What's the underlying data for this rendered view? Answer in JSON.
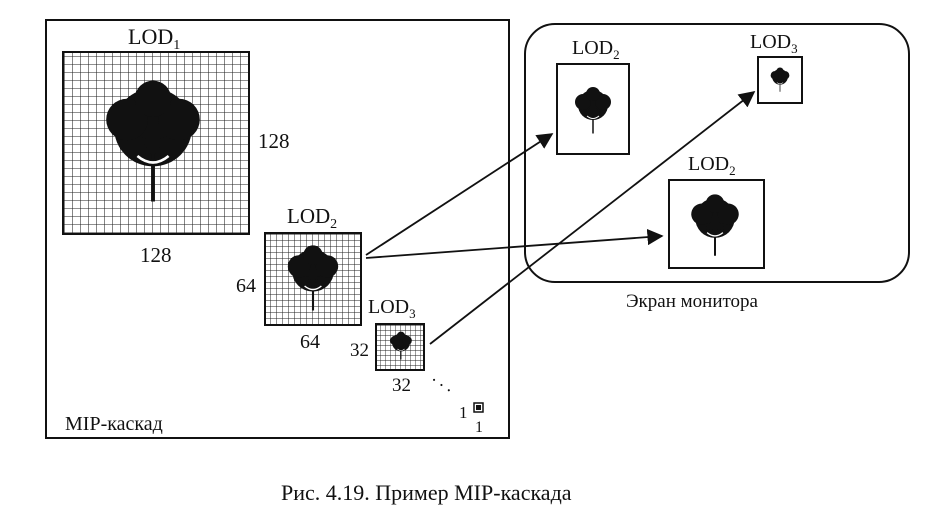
{
  "mip_cascade": {
    "label": "MIP-каскад",
    "levels": [
      {
        "name": "LOD",
        "sub": "1",
        "width": "128",
        "height": "128"
      },
      {
        "name": "LOD",
        "sub": "2",
        "width": "64",
        "height": "64"
      },
      {
        "name": "LOD",
        "sub": "3",
        "width": "32",
        "height": "32"
      }
    ],
    "last_level": {
      "width": "1",
      "height": "1"
    },
    "ellipsis": ". . ."
  },
  "monitor": {
    "label": "Экран монитора",
    "views": [
      {
        "name": "LOD",
        "sub": "2"
      },
      {
        "name": "LOD",
        "sub": "3"
      },
      {
        "name": "LOD",
        "sub": "2"
      }
    ]
  },
  "caption": "Рис. 4.19. Пример MIP-каскада"
}
